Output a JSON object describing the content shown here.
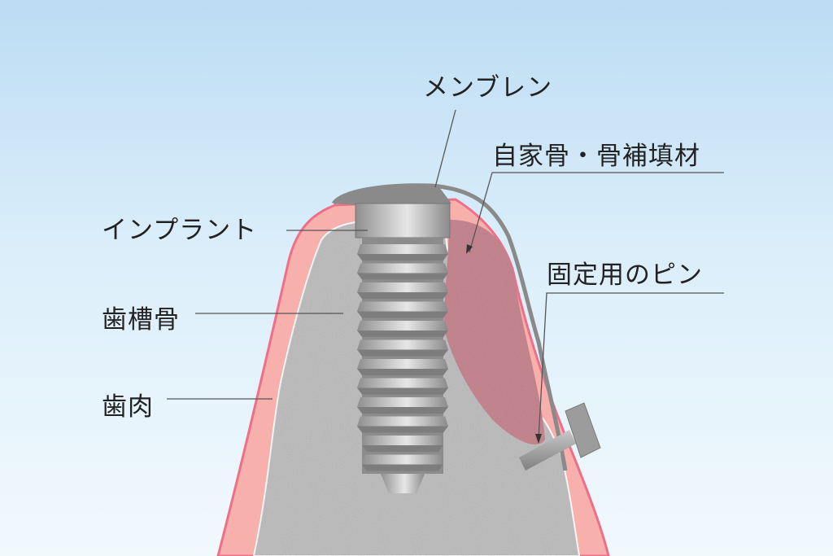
{
  "title": "インプラント GBR 断面図",
  "labels": {
    "membrane": "メンブレン",
    "graft": "自家骨・骨補填材",
    "implant": "インプラント",
    "alveolar_bone": "歯槽骨",
    "gum": "歯肉",
    "pin": "固定用のピン"
  },
  "colors": {
    "gum": "#f7a5a5",
    "gum_edge": "#ee6f86",
    "bone": "#b8b8b8",
    "graft": "#c0727c",
    "implant": "#a8a8a8",
    "membrane": "#8a8a8a"
  }
}
